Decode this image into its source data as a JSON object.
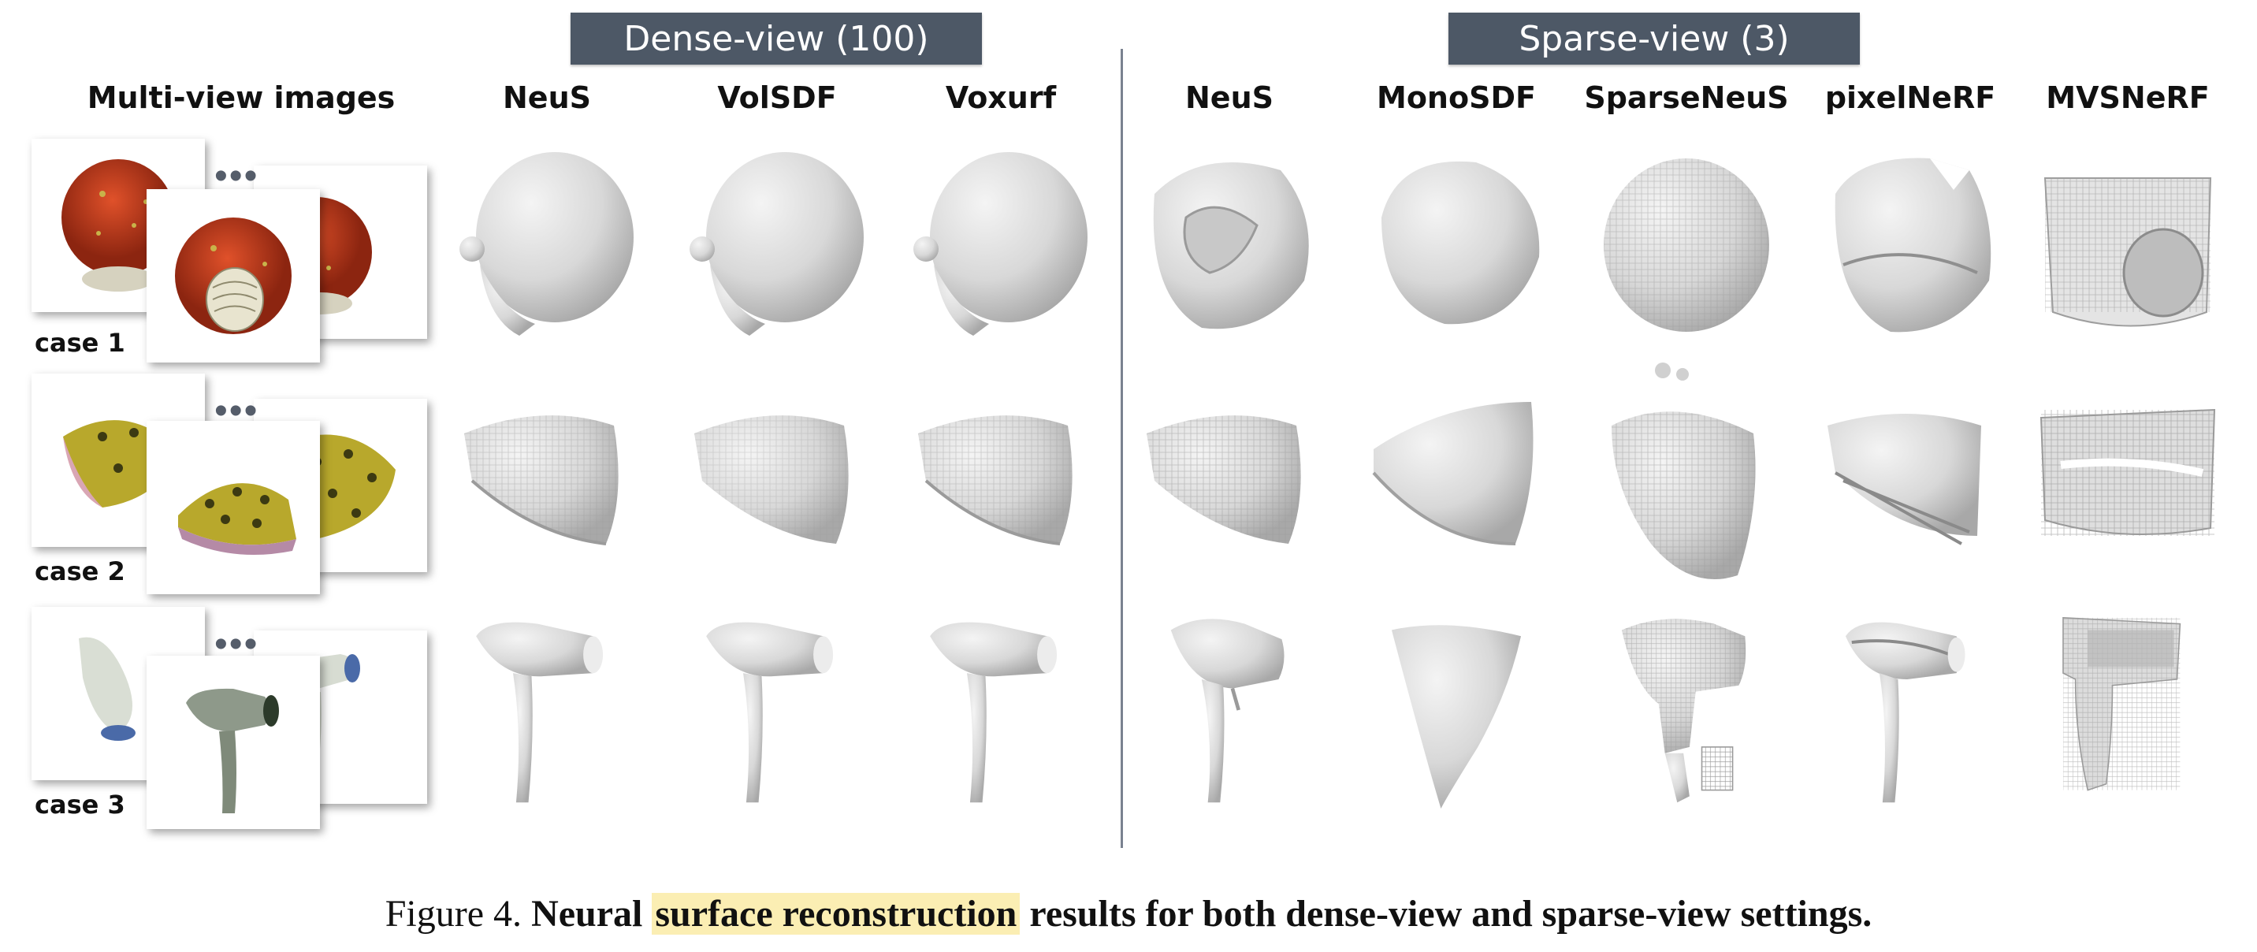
{
  "groups": {
    "dense": "Dense-view (100)",
    "sparse": "Sparse-view (3)"
  },
  "headers": {
    "multiview": "Multi-view images",
    "dense": [
      "NeuS",
      "VolSDF",
      "Voxurf"
    ],
    "sparse": [
      "NeuS",
      "MonoSDF",
      "SparseNeuS",
      "pixelNeRF",
      "MVSNeRF"
    ]
  },
  "cases": [
    "case 1",
    "case 2",
    "case 3"
  ],
  "dots": "•••",
  "caption": {
    "figure": "Figure 4.",
    "pre": "Neural",
    "highlight": "surface reconstruction",
    "post": "results for both dense-view and sparse-view settings."
  },
  "colors": {
    "banner": "#4d5866",
    "highlight": "#fbeeb3",
    "mesh": "#d9d9d9"
  }
}
